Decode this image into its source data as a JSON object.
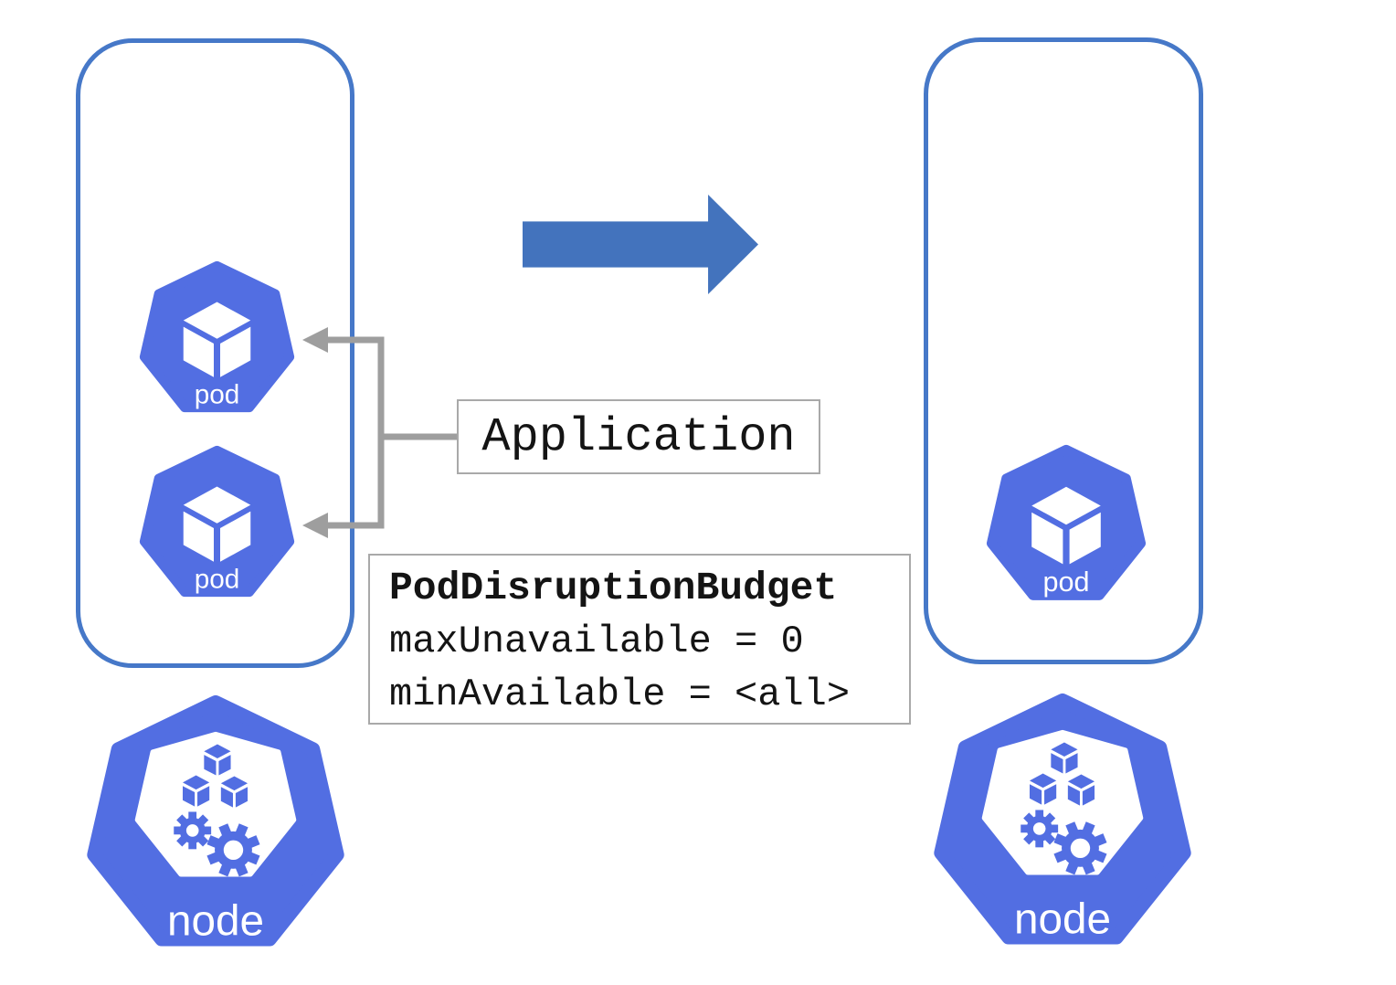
{
  "labels": {
    "pod": "pod",
    "node": "node",
    "application": "Application"
  },
  "pdb_box": {
    "title": "PodDisruptionBudget",
    "max_unavailable": "maxUnavailable = 0",
    "min_available": "minAvailable = <all>"
  },
  "icons": {
    "pod": "kubernetes-pod-icon",
    "node": "kubernetes-node-icon",
    "transition_arrow": "right-block-arrow-icon",
    "connector": "application-pods-bracket-arrows"
  },
  "colors": {
    "k8s-blue": "#526ee2",
    "boundary-blue": "#4678c8",
    "arrow-blue": "#4373bd",
    "connector-gray": "#9e9e9e",
    "box-border-gray": "#a9a9a9",
    "text-black": "#141414"
  }
}
